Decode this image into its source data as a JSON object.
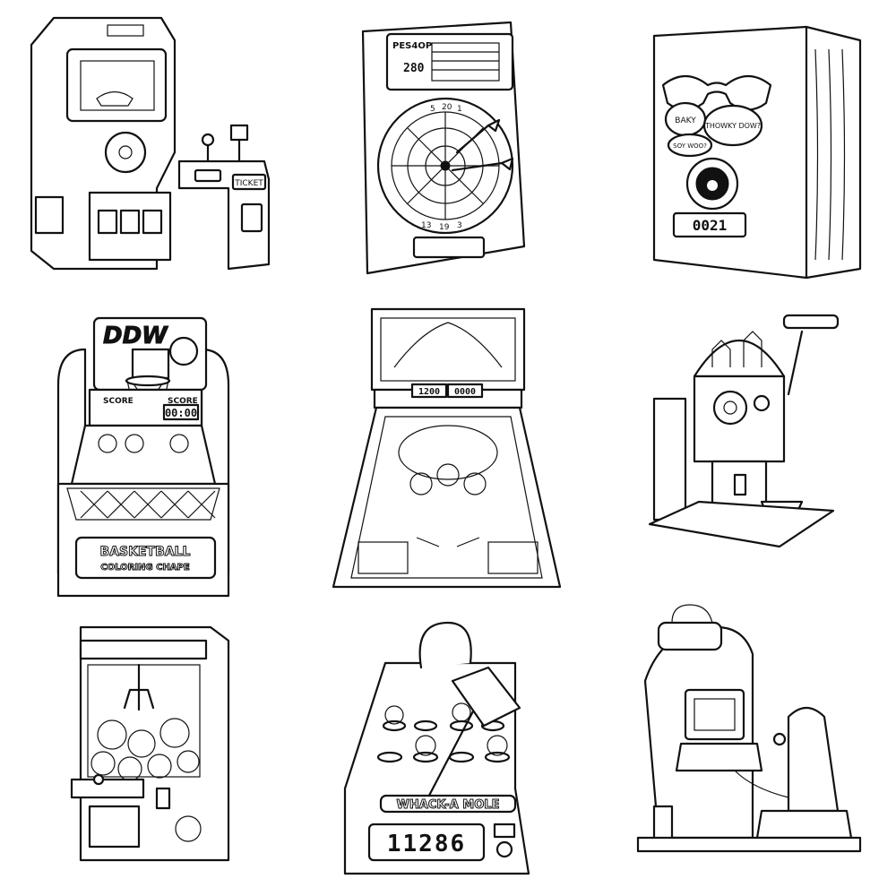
{
  "page": {
    "background": "#ffffff",
    "line_color": "#111111"
  },
  "machines": [
    {
      "name": "racing-arcade",
      "ticket_label": "TICKET"
    },
    {
      "name": "dart-machine",
      "brand": "PES4OP",
      "score": "280",
      "board_numbers": [
        "5",
        "20",
        "1",
        "13",
        "19",
        "3"
      ]
    },
    {
      "name": "photo-booth",
      "bubble_1": "BAKY",
      "bubble_2": "THOWKY DOW?",
      "bubble_3": "SOY WOO?",
      "counter": "0021"
    },
    {
      "name": "basketball-arcade",
      "logo": "DDW",
      "score_left": "SCORE",
      "score_right": "SCORE",
      "timer": "00:00",
      "title": "BASKETBALL",
      "subtitle": "COLORING CHAPE"
    },
    {
      "name": "pinball-machine",
      "score_a": "1200",
      "score_b": "0000"
    },
    {
      "name": "penny-press-machine"
    },
    {
      "name": "claw-machine"
    },
    {
      "name": "whack-a-mole",
      "title": "WHACK-A MOLE",
      "score": "11286"
    },
    {
      "name": "vr-racing-simulator"
    }
  ]
}
